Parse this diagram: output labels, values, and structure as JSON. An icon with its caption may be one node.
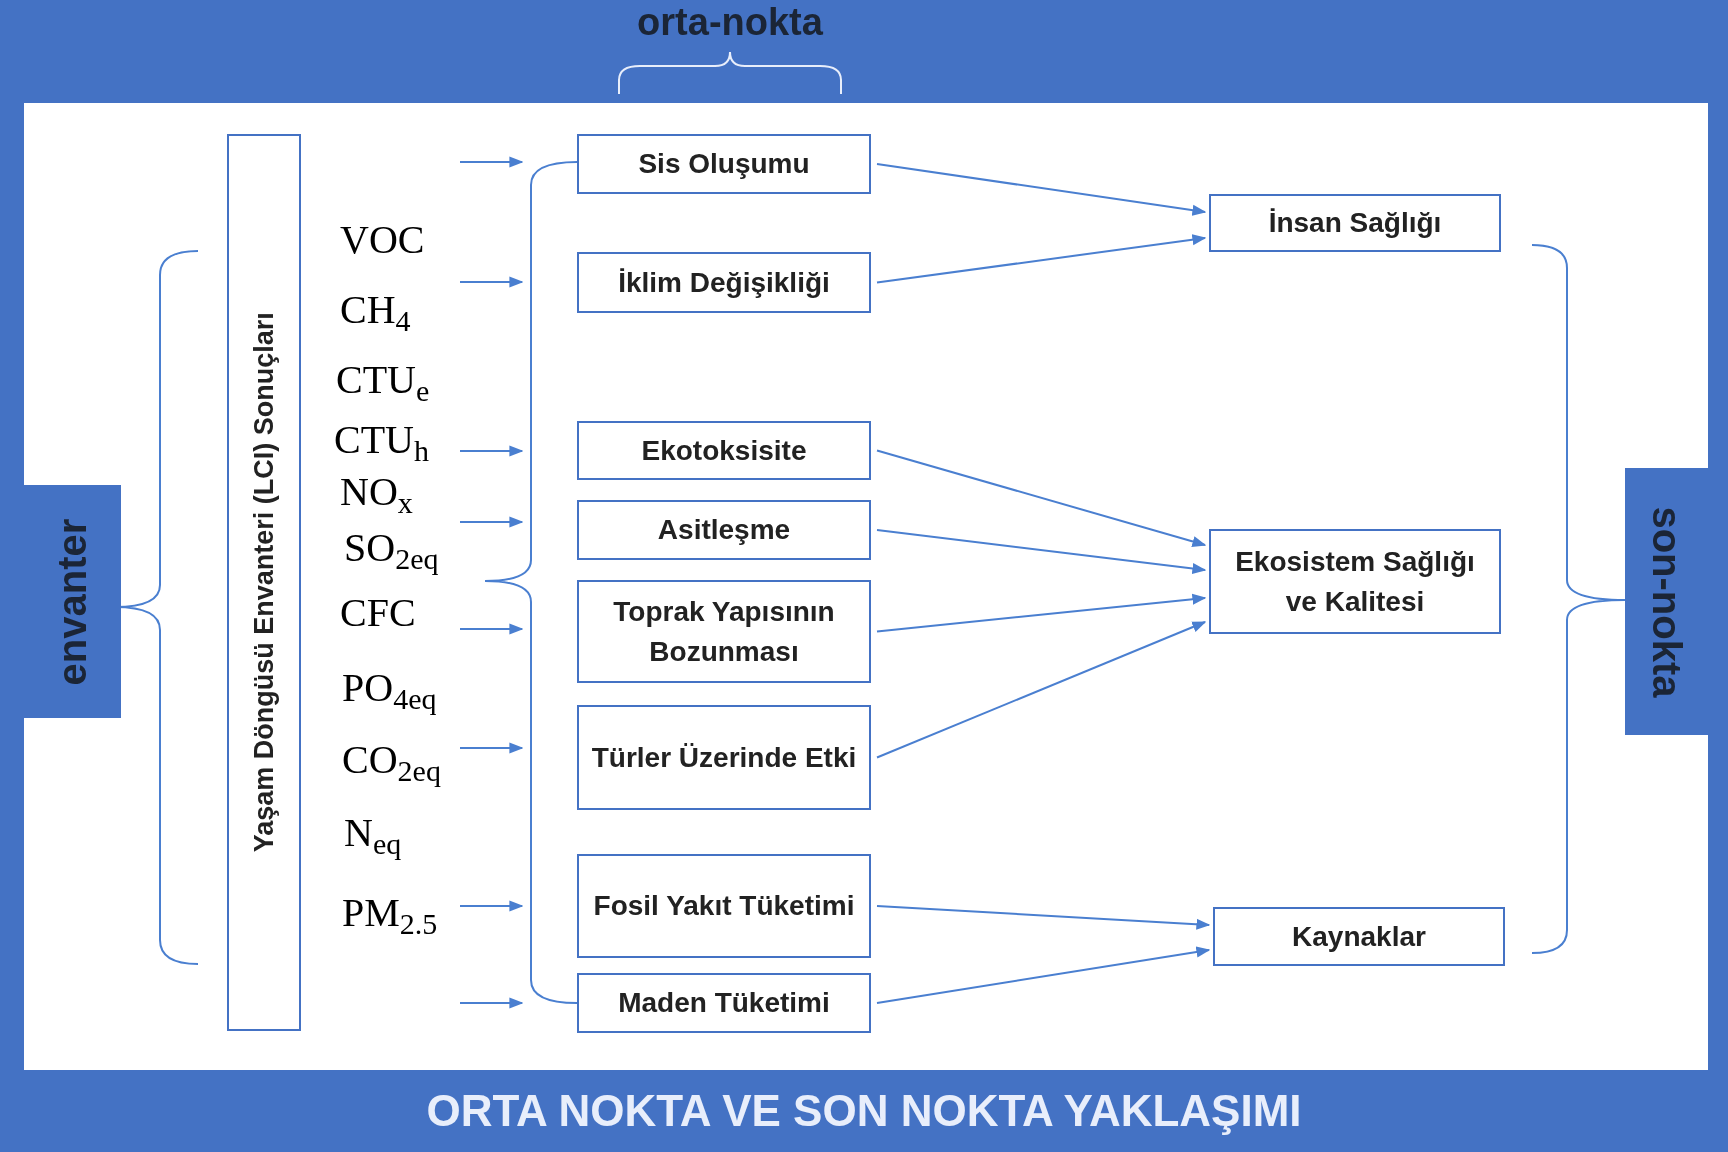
{
  "diagram": {
    "caption": "ORTA NOKTA VE SON NOKTA YAKLAŞIMI",
    "nodes": [
      {
        "text": [
          "envanter"
        ]
      },
      {
        "text": [
          "Yaşam Döngüsü Envanteri (LCI) Sonuçları"
        ]
      },
      {
        "text": [
          "Sis Oluşumu"
        ]
      },
      {
        "text": [
          "İklim Değişikliği"
        ]
      },
      {
        "text": [
          "Ekotoksisite"
        ]
      },
      {
        "text": [
          "Asitleşme"
        ]
      },
      {
        "text": [
          "Toprak Yapısının Bozunması"
        ]
      },
      {
        "text": [
          "Türler Üzerinde Etki"
        ]
      },
      {
        "text": [
          "Fosil Yakıt Tüketimi"
        ]
      },
      {
        "text": [
          "Maden Tüketimi"
        ]
      },
      {
        "text": [
          "İnsan Sağlığı"
        ]
      },
      {
        "text": [
          "Ekosistem Sağlığı ve Kalitesi"
        ]
      },
      {
        "text": [
          "Kaynaklar"
        ]
      },
      {
        "text": [
          "son-nokta"
        ]
      }
    ],
    "edges": [
      {
        "from": 2,
        "to": 10,
        "arrow": "to"
      },
      {
        "from": 3,
        "to": 10,
        "arrow": "to"
      },
      {
        "from": 4,
        "to": 11,
        "arrow": "to"
      },
      {
        "from": 5,
        "to": 11,
        "arrow": "to"
      },
      {
        "from": 6,
        "to": 11,
        "arrow": "to"
      },
      {
        "from": 7,
        "to": 11,
        "arrow": "to"
      },
      {
        "from": 8,
        "to": 12,
        "arrow": "to"
      },
      {
        "from": 9,
        "to": 12,
        "arrow": "to"
      }
    ],
    "labels": [
      "orta-nokta",
      "VOC",
      "CH$_{4}$",
      "CTU$_{e}$",
      "CTU$_{h}$",
      "NO$_{x}$",
      "SO$_{2eq}$",
      "CFC",
      "PO$_{4eq}$",
      "CO$_{2eq}$",
      "N$_{eq}$",
      "PM$_{2.5}$"
    ]
  }
}
